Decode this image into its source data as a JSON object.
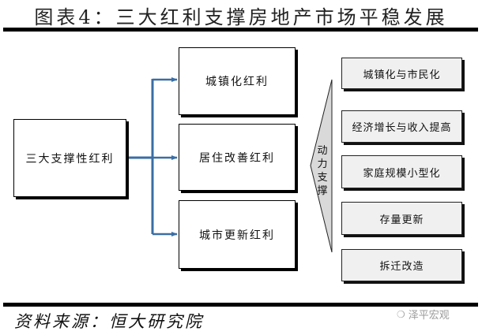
{
  "title": "图表4：三大红利支撑房地产市场平稳发展",
  "root": {
    "label": "三大支撑性红利"
  },
  "dividends": [
    {
      "label": "城镇化红利"
    },
    {
      "label": "居住改善红利"
    },
    {
      "label": "城市更新红利"
    }
  ],
  "driver_label": "动力支撑",
  "drivers": [
    {
      "label": "城镇化与市民化"
    },
    {
      "label": "经济增长与收入提高"
    },
    {
      "label": "家庭规模小型化"
    },
    {
      "label": "存量更新"
    },
    {
      "label": "拆迁改造"
    }
  ],
  "source": "资料来源：恒大研究院",
  "watermark": {
    "icon": "wechat-icon",
    "text": "泽平宏观"
  },
  "colors": {
    "connector": "#3a6ea5",
    "chevron_fill": "#d9d9d9",
    "driver_box_fill": "#f0f0f0"
  }
}
